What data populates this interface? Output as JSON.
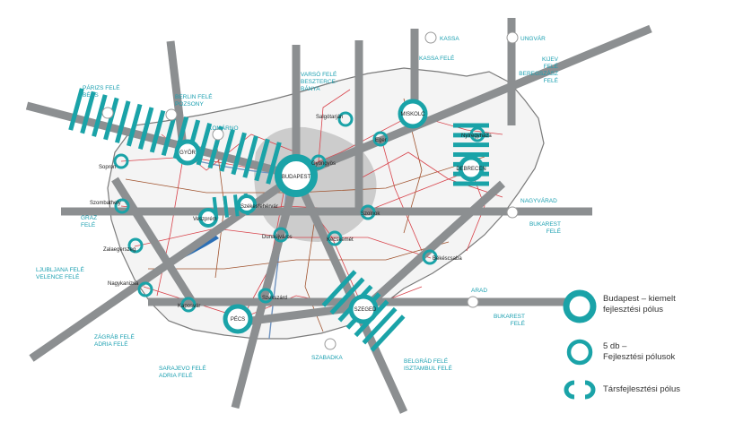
{
  "colors": {
    "teal": "#1aa3a8",
    "corridor": "#8c8f91",
    "blob": "#cccccc",
    "road": "#d8424a",
    "rail": "#a0522d",
    "water": "#2b6fb5"
  },
  "corridor_labels": [
    {
      "id": "parizs",
      "lines": [
        "PÁRIZS FELÉ",
        "BÉCS"
      ]
    },
    {
      "id": "berlin",
      "lines": [
        "BERLIN FELÉ",
        "POZSONY"
      ]
    },
    {
      "id": "komarno",
      "lines": [
        "KOMÁRNO"
      ]
    },
    {
      "id": "varso",
      "lines": [
        "VARSÓ FELÉ",
        "BESZTERCE-",
        "BÁNYA"
      ]
    },
    {
      "id": "kassa-top",
      "lines": [
        "KASSA"
      ]
    },
    {
      "id": "kassa",
      "lines": [
        "KASSA FELÉ"
      ]
    },
    {
      "id": "ungvar",
      "lines": [
        "UNGVÁR"
      ]
    },
    {
      "id": "kijev",
      "lines": [
        "KIJEV",
        "FELÉ",
        "BEREGSZÁSZ",
        "FELÉ"
      ]
    },
    {
      "id": "nagyvarad",
      "lines": [
        "NAGYVÁRAD"
      ]
    },
    {
      "id": "bukarest1",
      "lines": [
        "BUKAREST",
        "FELÉ"
      ]
    },
    {
      "id": "graz",
      "lines": [
        "GRAZ",
        "FELÉ"
      ]
    },
    {
      "id": "ljubljana",
      "lines": [
        "LJUBLJANA FELÉ",
        "VELENCE FELÉ"
      ]
    },
    {
      "id": "zagrab",
      "lines": [
        "ZÁGRÁB FELÉ",
        "ADRIA FELÉ"
      ]
    },
    {
      "id": "sarajevo",
      "lines": [
        "SARAJEVO FELÉ",
        "ADRIA FELÉ"
      ]
    },
    {
      "id": "szabadka",
      "lines": [
        "SZABADKA"
      ]
    },
    {
      "id": "belgrad",
      "lines": [
        "BELGRÁD FELÉ",
        "ISZTAMBUL FELÉ"
      ]
    },
    {
      "id": "arad",
      "lines": [
        "ARAD"
      ]
    },
    {
      "id": "bukarest2",
      "lines": [
        "BUKAREST",
        "FELÉ"
      ]
    }
  ],
  "cities": {
    "budapest": "BUDAPEST",
    "gyor": "GYŐR",
    "miskolc": "MISKOLC",
    "debrecen": "DEBRECEN",
    "pecs": "PÉCS",
    "szeged": "SZEGED",
    "sopron": "Sopron",
    "szombathely": "Szombathely",
    "zalaegerszeg": "Zalaegerszeg",
    "nagykanizsa": "Nagykanizsa",
    "veszprem": "Veszprém",
    "szekesfehervar": "Székesfehérvár",
    "dunaujvaros": "Dunaújváros",
    "kaposvar": "Kaposvár",
    "szekszard": "Szekszárd",
    "salgotarjan": "Salgótarján",
    "eger": "Eger",
    "nyiregyhaza": "Nyíregyháza",
    "szolnok": "Szolnok",
    "kecskemet": "Kecskemét",
    "bekescsaba": "Békéscsaba",
    "gyongyos": "Gyöngyös"
  },
  "legend": {
    "item1": [
      "Budapest – kiemelt",
      "fejlesztési pólus"
    ],
    "item2": [
      "5 db –",
      "Fejlesztési pólusok"
    ],
    "item3": [
      "Társfejlesztési pólus"
    ]
  }
}
